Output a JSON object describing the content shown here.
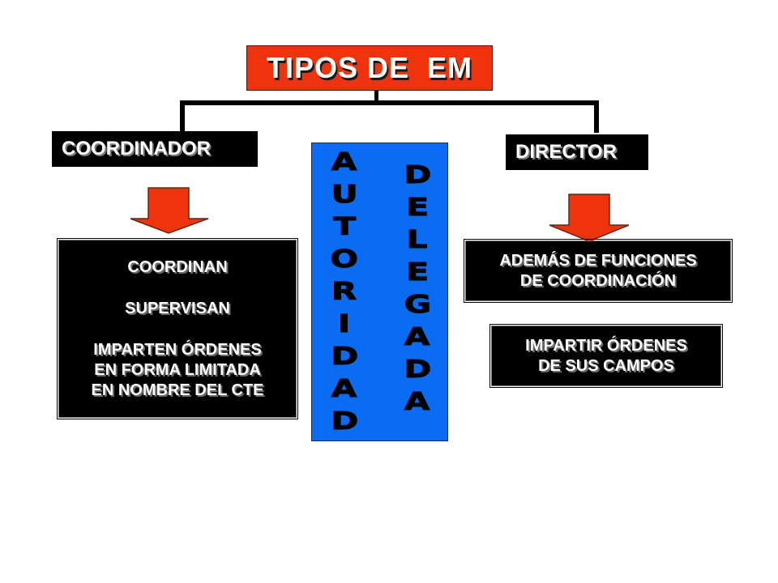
{
  "title": "TIPOS DE  EM",
  "left_label": "COORDINADOR",
  "right_label": "DIRECTOR",
  "center_left_word": [
    "A",
    "U",
    "T",
    "O",
    "R",
    "I",
    "D",
    "A",
    "D"
  ],
  "center_right_word": [
    "D",
    "E",
    "L",
    "E",
    "G",
    "A",
    "D",
    "A"
  ],
  "left_box": {
    "line1": "COORDINAN",
    "line2": "SUPERVISAN",
    "line3": "IMPARTEN ÓRDENES",
    "line4": "EN FORMA LIMITADA",
    "line5": "EN NOMBRE DEL CTE"
  },
  "right_box_1": {
    "line1": "ADEMÁS DE FUNCIONES",
    "line2": "DE COORDINACIÓN"
  },
  "right_box_2": {
    "line1": "IMPARTIR ÓRDENES",
    "line2": "DE SUS CAMPOS"
  },
  "colors": {
    "title_fill": "#f0330f",
    "arrow_fill": "#f0330f",
    "center_bar": "#0a6cf2",
    "box_fill": "#000000",
    "text": "#ffffff"
  }
}
